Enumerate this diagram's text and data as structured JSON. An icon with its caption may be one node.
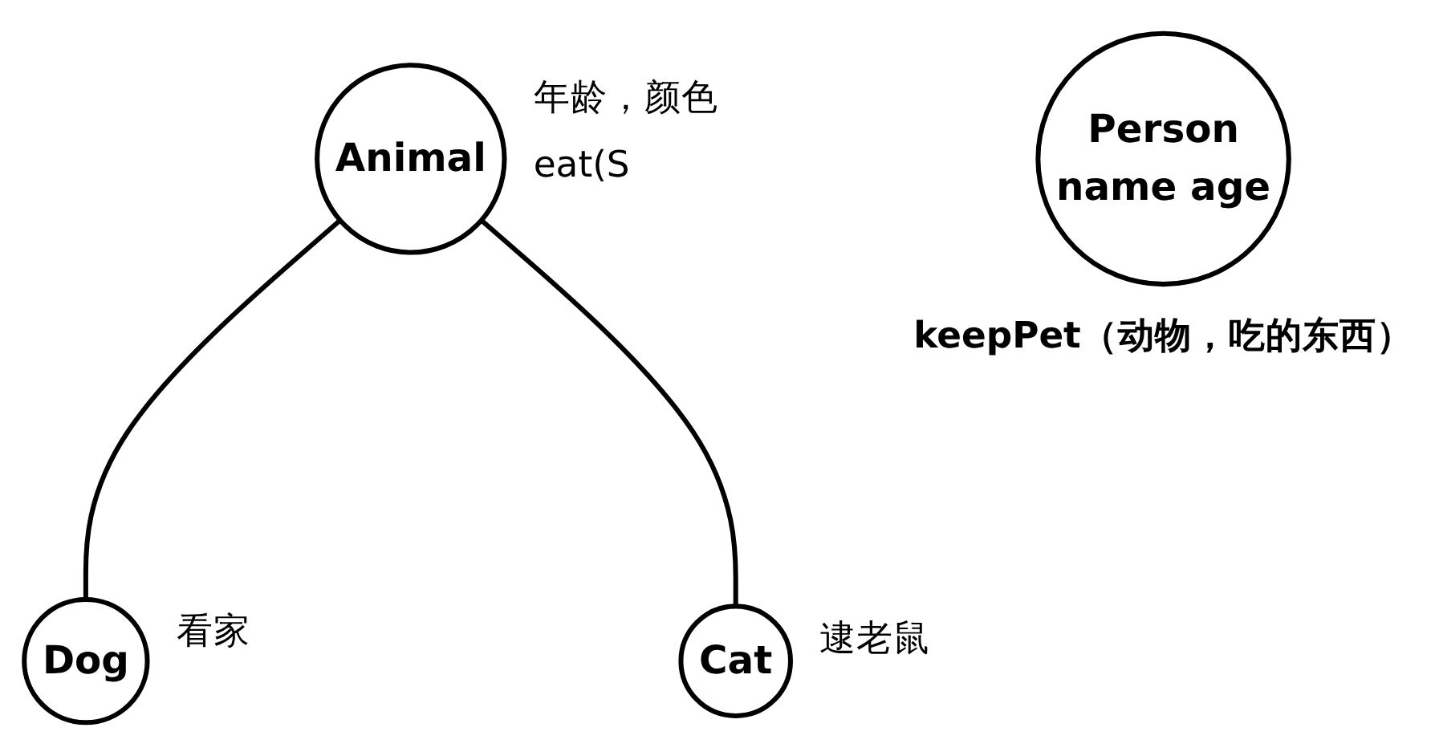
{
  "diagram": {
    "nodes": [
      {
        "text": [
          "Animal"
        ],
        "beside": [
          "年龄，颜色",
          "eat(S"
        ]
      },
      {
        "text": [
          "Dog"
        ],
        "beside": [
          "看家"
        ]
      },
      {
        "text": [
          "Cat"
        ],
        "beside": [
          "逮老鼠"
        ]
      },
      {
        "text": [
          "Person",
          "name age"
        ],
        "beside": [
          "keepPet（动物，吃的东西）"
        ]
      }
    ],
    "edges": [
      {
        "from": 0,
        "to": 1,
        "arrow": "none"
      },
      {
        "from": 0,
        "to": 2,
        "arrow": "none"
      }
    ]
  }
}
